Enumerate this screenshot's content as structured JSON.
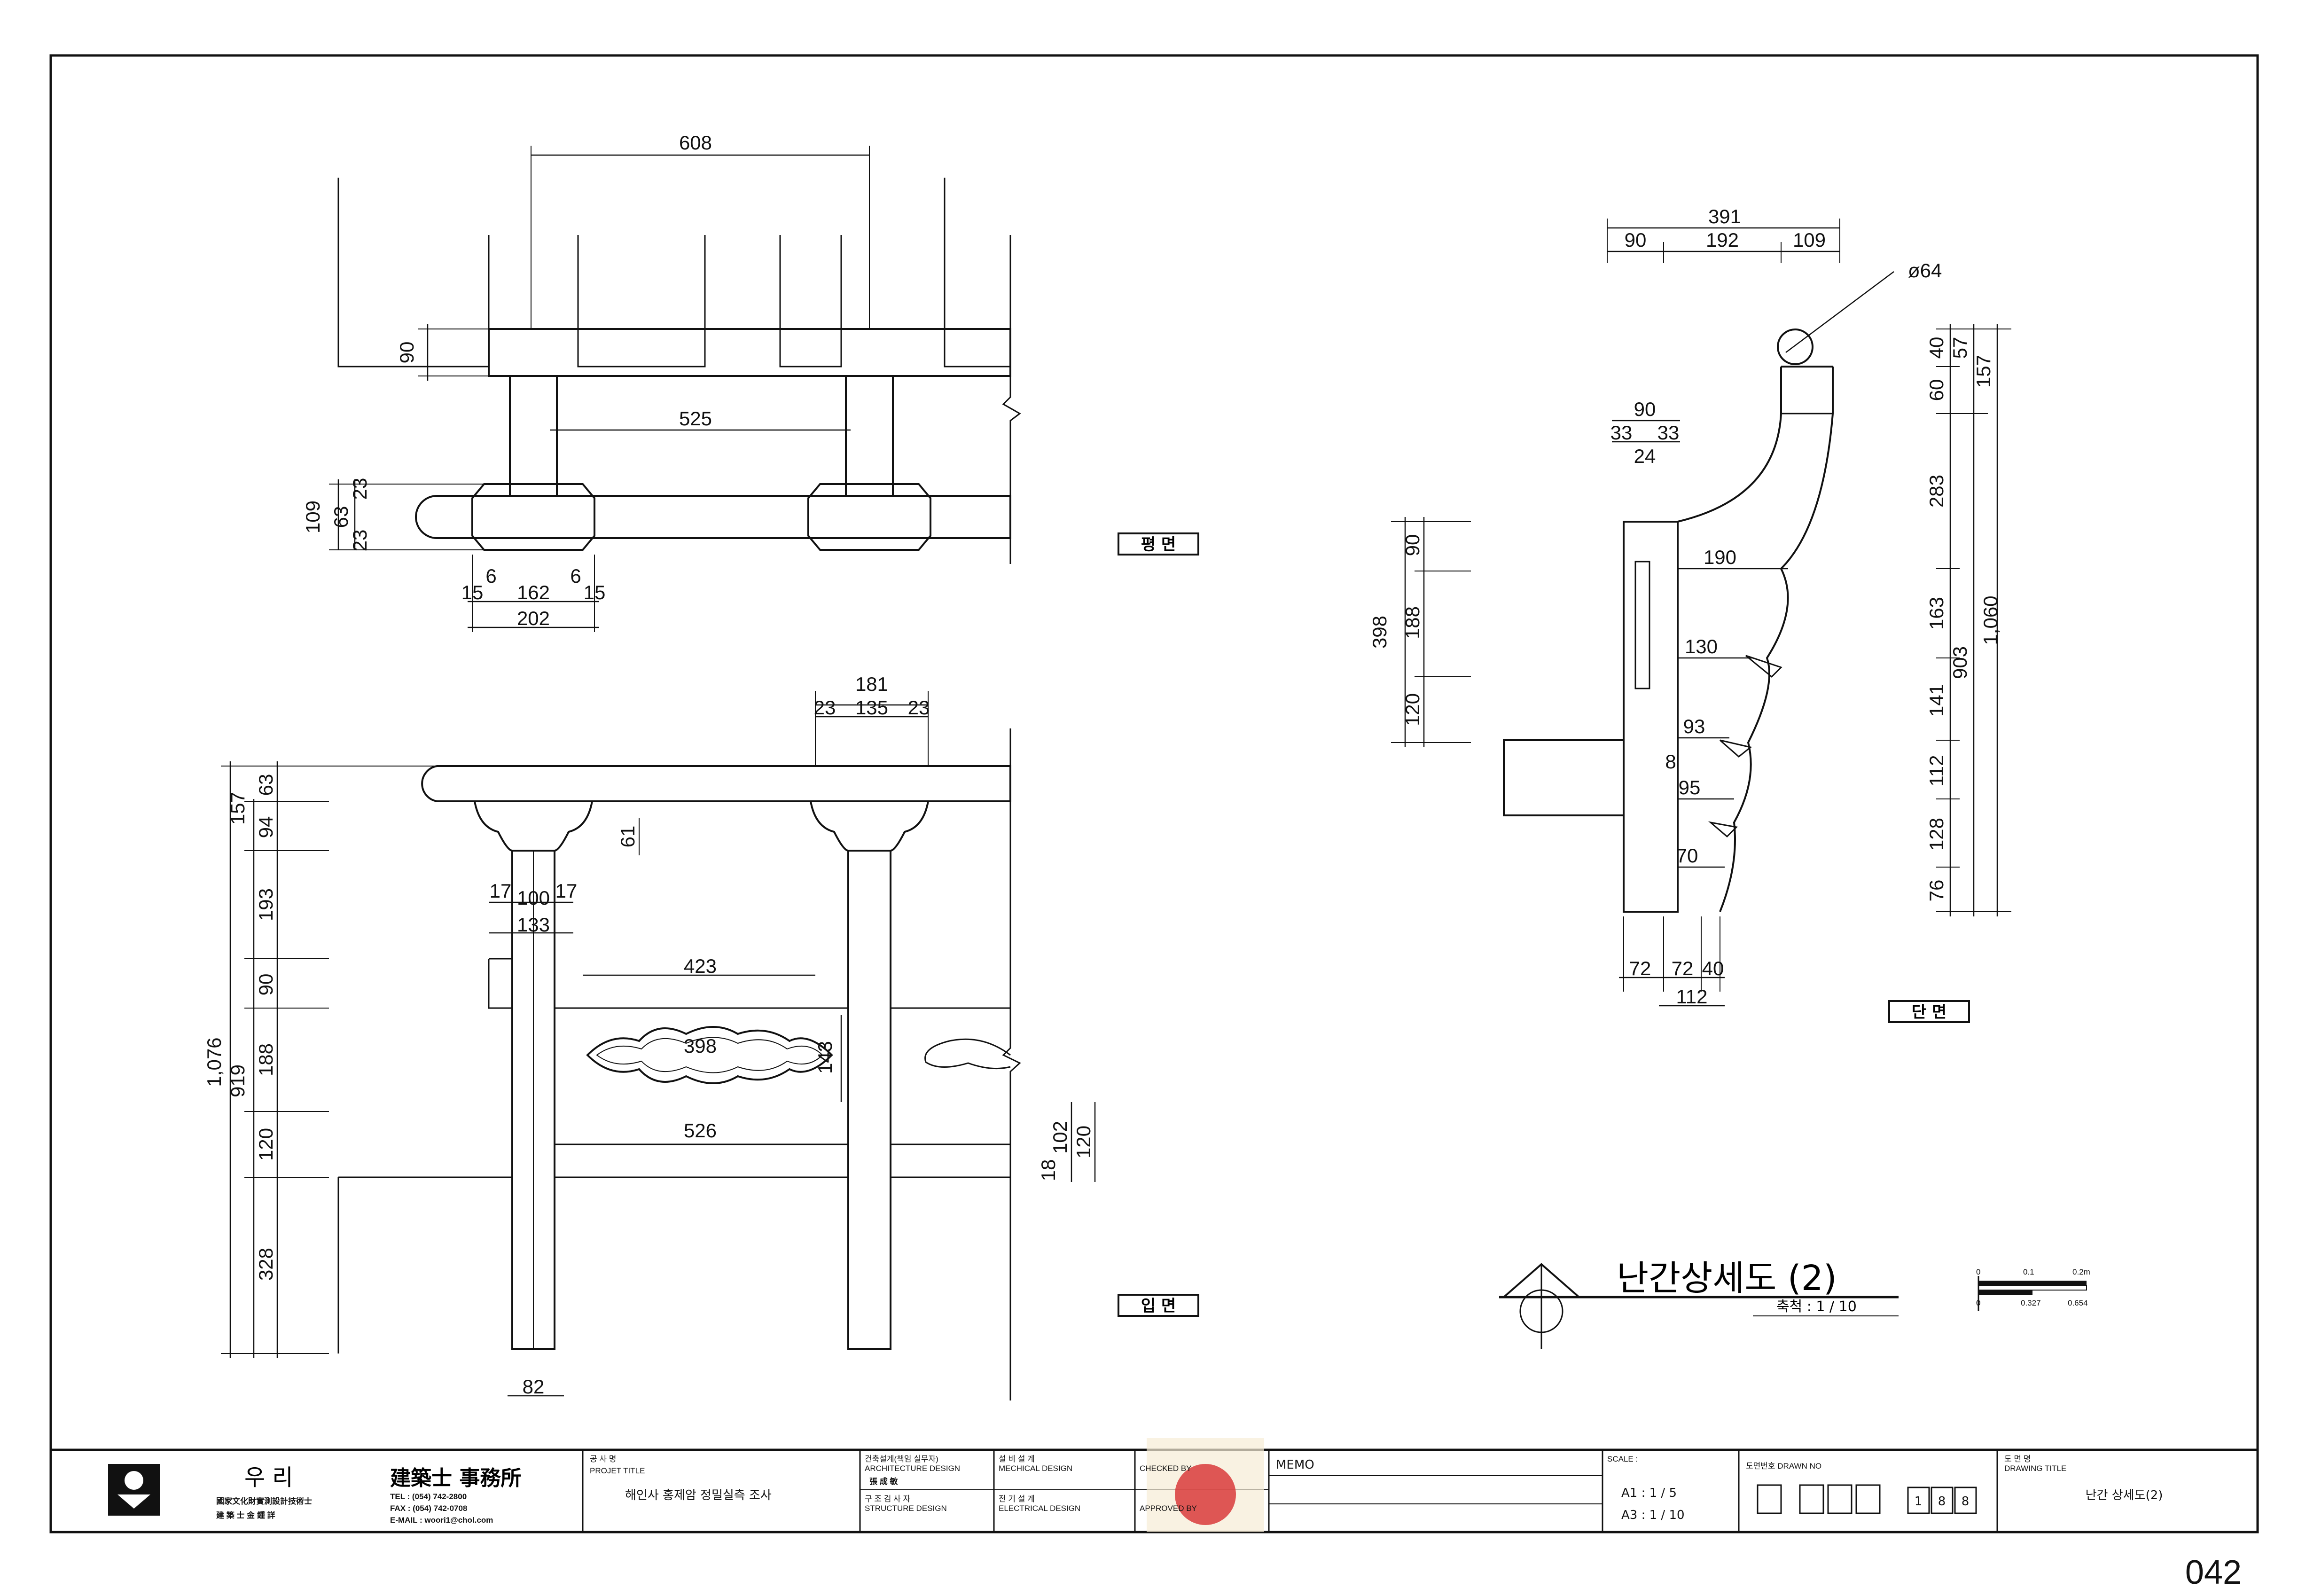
{
  "page_number": "042",
  "views": {
    "plan": {
      "label": "평 면"
    },
    "elevation": {
      "label": "입 면"
    },
    "section": {
      "label": "단 면"
    }
  },
  "drawing_title": {
    "main": "난간상세도 (2)",
    "scale": "축척 : 1 / 10"
  },
  "scale_bar": {
    "top": [
      "0",
      "0.1",
      "0.2m"
    ],
    "bottom": [
      "0",
      "0.327",
      "0.654"
    ]
  },
  "plan_dims": {
    "d608": "608",
    "d525": "525",
    "d90": "90",
    "d109": "109",
    "d63": "63",
    "d23a": "23",
    "d23b": "23",
    "d15a": "15",
    "d6a": "6",
    "d162": "162",
    "d6b": "6",
    "d15b": "15",
    "d202": "202"
  },
  "elev_dims": {
    "d181": "181",
    "d23a": "23",
    "d135": "135",
    "d23b": "23",
    "d1076": "1,076",
    "d919": "919",
    "d157": "157",
    "d63": "63",
    "d94": "94",
    "d193": "193",
    "d90": "90",
    "d188": "188",
    "d120": "120",
    "d328": "328",
    "d61": "61",
    "d17a": "17",
    "d100": "100",
    "d17b": "17",
    "d133": "133",
    "d423": "423",
    "d398": "398",
    "d143": "143",
    "d526": "526",
    "d18": "18",
    "d102": "102",
    "d120b": "120",
    "d82": "82"
  },
  "section_dims": {
    "d391": "391",
    "d90top": "90",
    "d192": "192",
    "d109": "109",
    "dia": "ø64",
    "d90mid": "90",
    "d33a": "33",
    "d33b": "33",
    "d24": "24",
    "d398": "398",
    "d90v": "90",
    "d188v": "188",
    "d120v": "120",
    "d190": "190",
    "d130": "130",
    "d93": "93",
    "d8": "8",
    "d95": "95",
    "d70": "70",
    "d72a": "72",
    "d72b": "72",
    "d40": "40",
    "d112": "112",
    "d1060": "1,060",
    "d903": "903",
    "d157": "157",
    "d40r": "40",
    "d57": "57",
    "d60": "60",
    "d283": "283",
    "d163": "163",
    "d141": "141",
    "d112r": "112",
    "d128": "128",
    "d76": "76"
  },
  "title_block": {
    "firm_name": "우 리",
    "firm_title": "建築士 事務所",
    "firm_line1": "國家文化財實測設計技術士",
    "firm_line2": "建 築 士   金 鍾 詳",
    "tel": "TEL : (054) 742-2800",
    "fax": "FAX : (054) 742-0708",
    "email": "E-MAIL : woori1@chol.com",
    "project_label_kr": "공 사 명",
    "project_label_en": "PROJET TITLE",
    "project_title": "해인사 홍제암 정밀실측 조사",
    "arch_label_kr": "건축설계(책임 실무자)",
    "arch_label_en": "ARCHITECTURE DESIGN",
    "arch_name": "張 成 敏",
    "struct_label_kr": "구 조 검 사 자",
    "struct_label_en": "STRUCTURE DESIGN",
    "mech_label_kr": "설 비 설 계",
    "mech_label_en": "MECHICAL DESIGN",
    "elec_label_kr": "전 기 설 계",
    "elec_label_en": "ELECTRICAL DESIGN",
    "checked_label": "CHECKED BY",
    "approved_label": "APPROVED BY",
    "memo_label": "MEMO",
    "scale_label": "SCALE :",
    "scale_a1": "A1 : 1 / 5",
    "scale_a3": "A3 : 1 / 10",
    "drawing_no_label": "도면번호 DRAWN NO",
    "drawing_no_digits": [
      "1",
      "8",
      "8"
    ],
    "drawing_title_label_kr": "도 면 명",
    "drawing_title_label_en": "DRAWING TITLE",
    "drawing_title_value": "난간 상세도(2)"
  }
}
